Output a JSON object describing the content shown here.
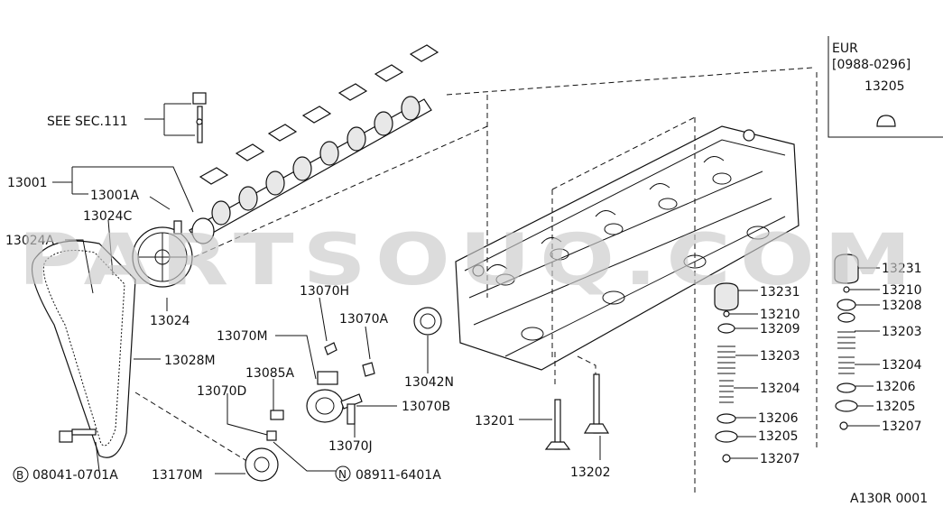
{
  "watermark": "PARTSOUQ.COM",
  "diagram_code": "A130R 0001",
  "eur_box": {
    "title": "EUR",
    "range": "[0988-0296]",
    "part": "13205"
  },
  "labels": {
    "see_sec": "SEE SEC.111",
    "p13001": "13001",
    "p13001A": "13001A",
    "p13024C": "13024C",
    "p13024A": "13024A",
    "p13024": "13024",
    "p13028M": "13028M",
    "p13070H": "13070H",
    "p13070A": "13070A",
    "p13070M": "13070M",
    "p13085A": "13085A",
    "p13070D": "13070D",
    "p13070B": "13070B",
    "p13070J": "13070J",
    "p13042N": "13042N",
    "p13201": "13201",
    "p13202": "13202",
    "p13170M": "13170M",
    "bolt_b": "08041-0701A",
    "nut_n": "08911-6401A",
    "b_circle": "B",
    "n_circle": "N",
    "m13231": "13231",
    "m13210": "13210",
    "m13209": "13209",
    "m13203": "13203",
    "m13204": "13204",
    "m13206": "13206",
    "m13205": "13205",
    "m13207": "13207",
    "r13231": "13231",
    "r13210": "13210",
    "r13208": "13208",
    "r13203": "13203",
    "r13204": "13204",
    "r13206": "13206",
    "r13205": "13205",
    "r13207": "13207"
  }
}
